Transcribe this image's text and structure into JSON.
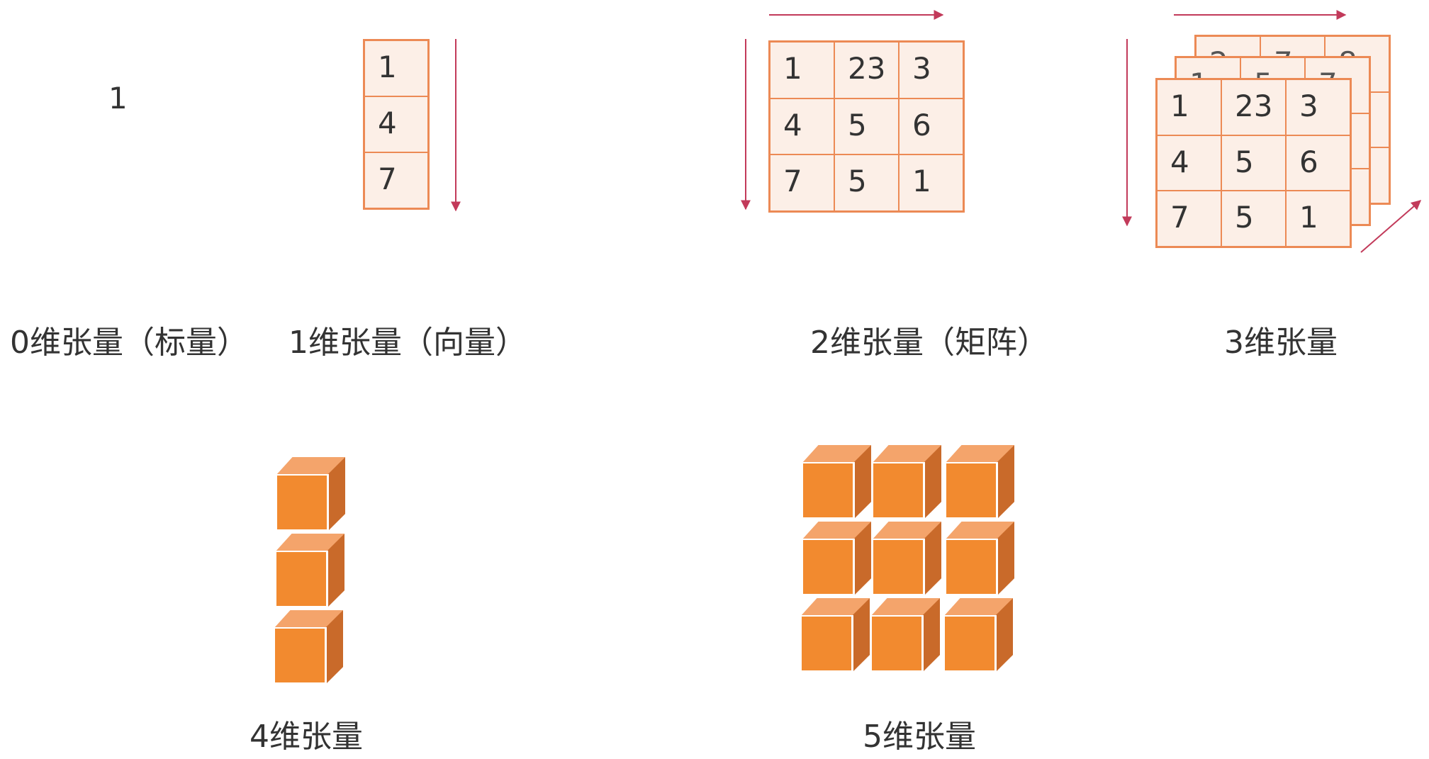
{
  "scalar": {
    "value": "1"
  },
  "vector": {
    "cells": [
      "1",
      "4",
      "7"
    ]
  },
  "matrix": {
    "cells": [
      [
        "1",
        "23",
        "3"
      ],
      [
        "4",
        "5",
        "6"
      ],
      [
        "7",
        "5",
        "1"
      ]
    ]
  },
  "tensor3": {
    "back2_partial": [
      "2",
      "7",
      "8"
    ],
    "back1_partial": [
      "1",
      "5",
      "7"
    ],
    "front": [
      [
        "1",
        "23",
        "3"
      ],
      [
        "4",
        "5",
        "6"
      ],
      [
        "7",
        "5",
        "1"
      ]
    ]
  },
  "labels": {
    "dim0": "0维张量（标量）",
    "dim1": "1维张量（向量）",
    "dim2": "2维张量（矩阵）",
    "dim3": "3维张量",
    "dim4": "4维张量",
    "dim5": "5维张量"
  },
  "colors": {
    "accent": "#ec8a55",
    "cell_fill": "#fcefe7",
    "arrow": "#c23a5a",
    "cube_front": "#f28a2f",
    "cube_side": "#c96a2a",
    "cube_top": "#f4a46b"
  }
}
